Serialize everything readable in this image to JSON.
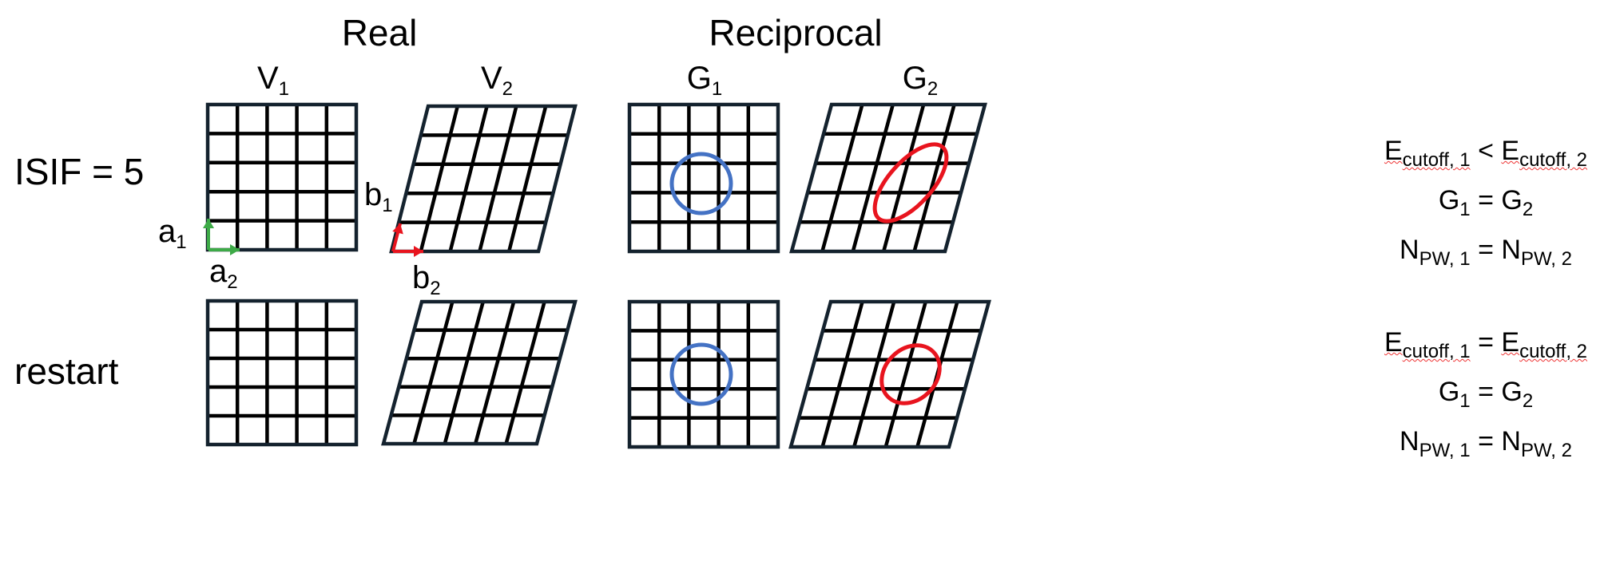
{
  "headers": {
    "real": "Real",
    "reciprocal": "Reciprocal"
  },
  "columns": [
    {
      "main": "V",
      "sub": "1"
    },
    {
      "main": "V",
      "sub": "2"
    },
    {
      "main": "G",
      "sub": "1"
    },
    {
      "main": "G",
      "sub": "2"
    }
  ],
  "rows": [
    {
      "label": "ISIF = 5",
      "equations": [
        {
          "a": "E",
          "a_sub": "cutoff, 1",
          "op": " < ",
          "b": "E",
          "b_sub": "cutoff, 2"
        },
        {
          "a": "G",
          "a_sub": "1",
          "op": " = ",
          "b": "G",
          "b_sub": "2"
        },
        {
          "a": "N",
          "a_sub": "PW, 1",
          "op": " = ",
          "b": "N",
          "b_sub": "PW, 2"
        }
      ]
    },
    {
      "label": "restart",
      "equations": [
        {
          "a": "E",
          "a_sub": "cutoff, 1",
          "op": " = ",
          "b": "E",
          "b_sub": "cutoff, 2"
        },
        {
          "a": "G",
          "a_sub": "1",
          "op": " = ",
          "b": "G",
          "b_sub": "2"
        },
        {
          "a": "N",
          "a_sub": "PW, 1",
          "op": " = ",
          "b": "N",
          "b_sub": "PW, 2"
        }
      ]
    }
  ],
  "vectors": {
    "a1": {
      "main": "a",
      "sub": "1"
    },
    "a2": {
      "main": "a",
      "sub": "2"
    },
    "b1": {
      "main": "b",
      "sub": "1"
    },
    "b2": {
      "main": "b",
      "sub": "2"
    }
  },
  "colors": {
    "real_vectors": "#3daa47",
    "reciprocal_vectors": "#e8141e",
    "sphere_g1": "#4472c4",
    "sphere_g2": "#e8141e",
    "grid": "#000000",
    "frame": "#14222e"
  }
}
